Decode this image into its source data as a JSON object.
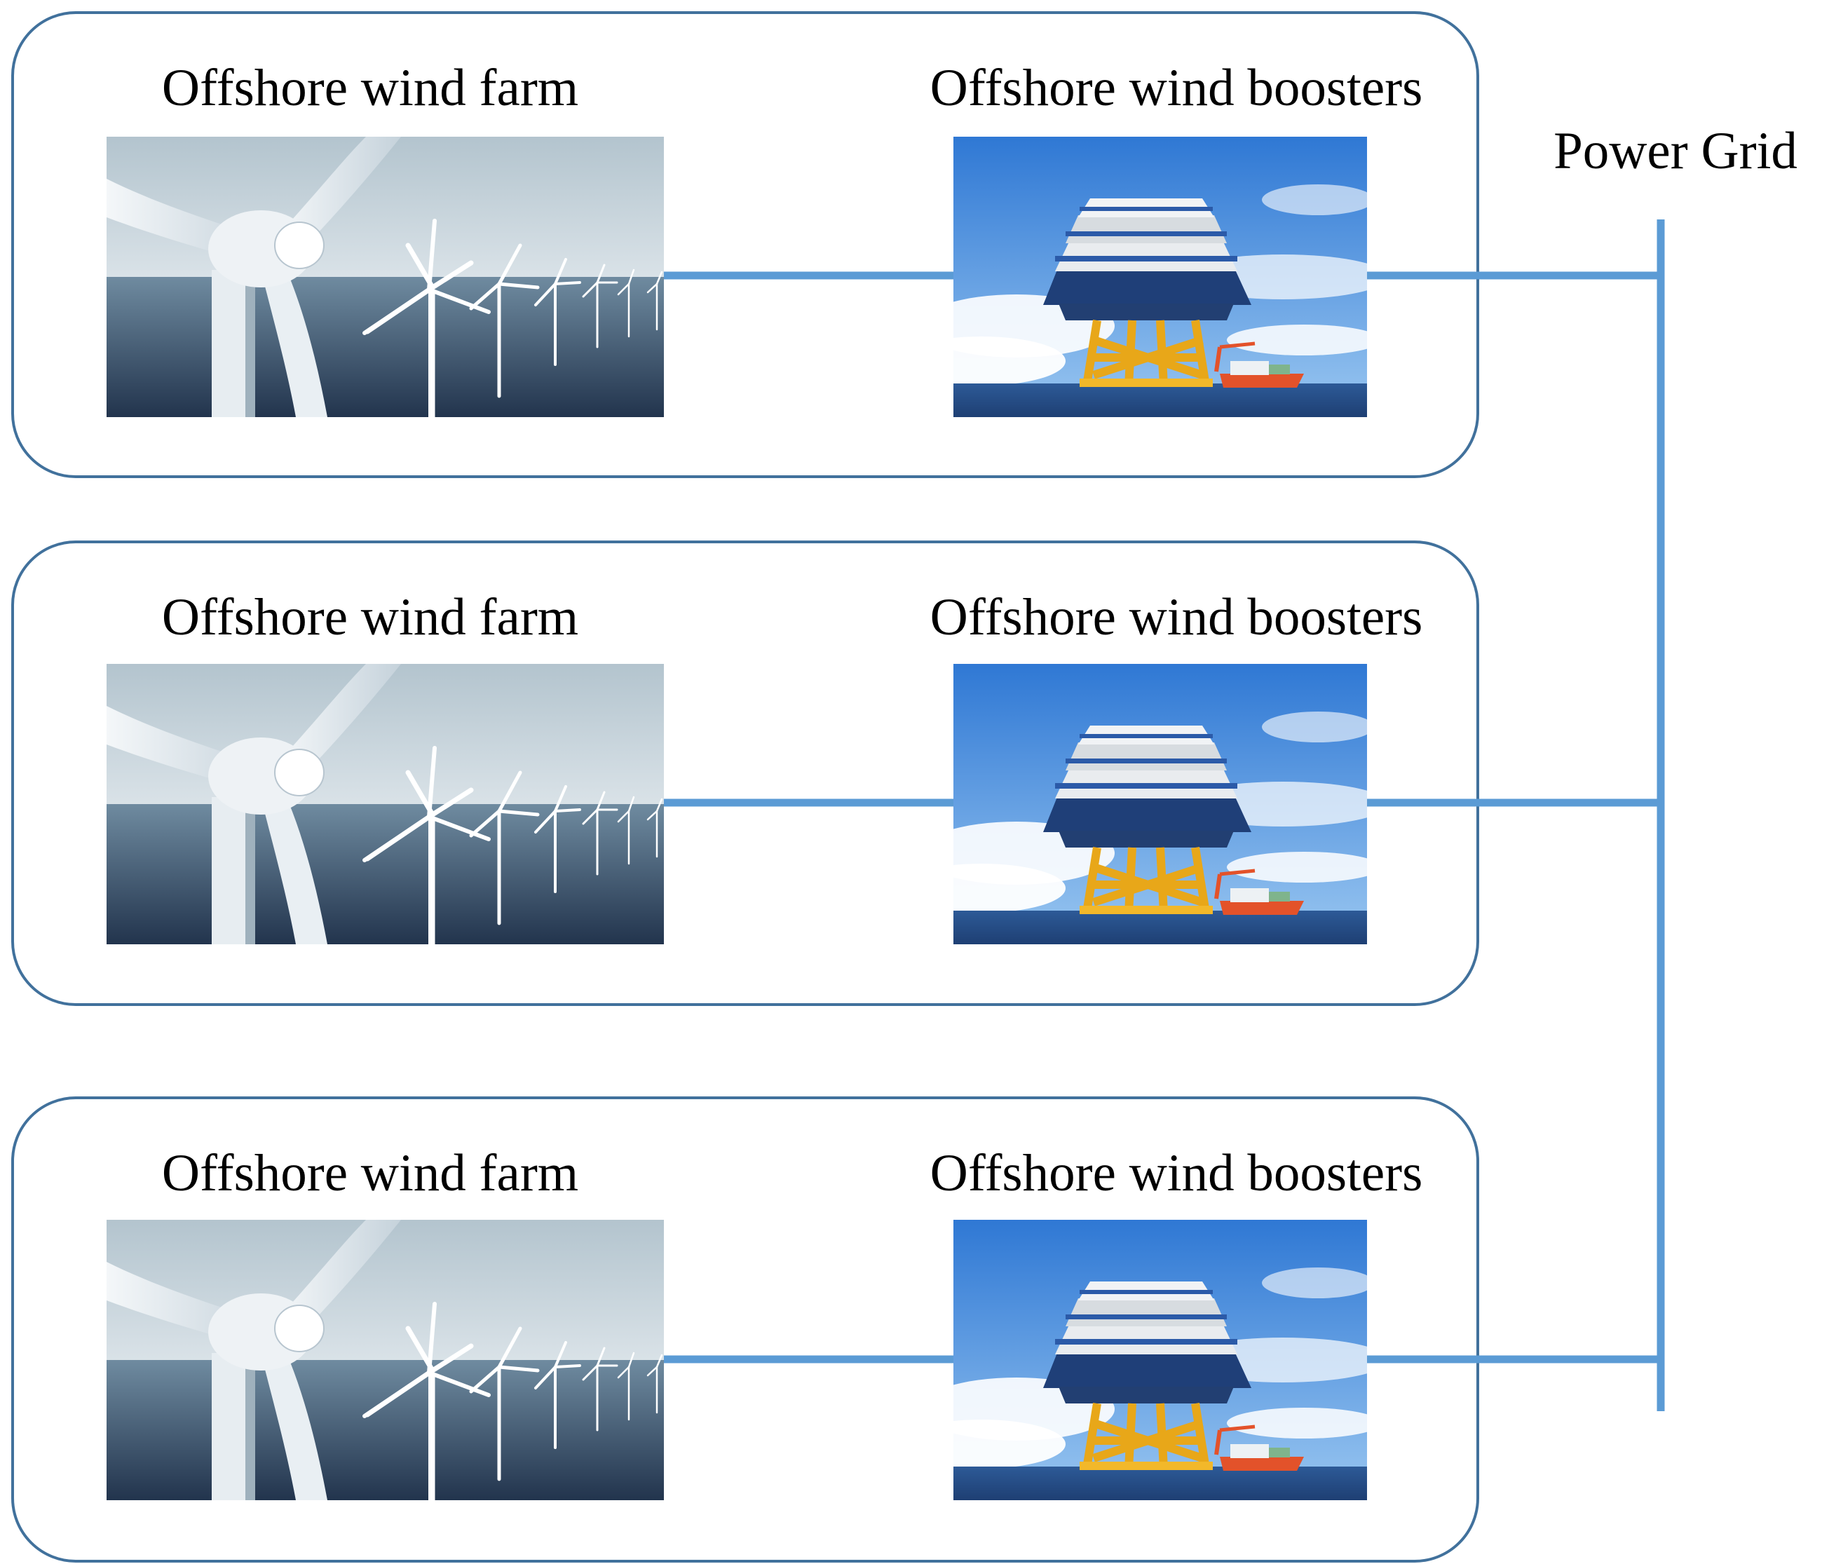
{
  "colors": {
    "connector_line": "#5b9bd5",
    "panel_border": "#41719c",
    "sky_top": "#aebfc9",
    "sea_deep": "#23364f",
    "booster_sky": "#3f86d9",
    "platform_yellow": "#e9b020"
  },
  "power_grid": {
    "label": "Power Grid"
  },
  "panels": [
    {
      "farm_label": "Offshore wind farm",
      "farm_image": "offshore-wind-turbines-photo",
      "booster_label": "Offshore wind boosters",
      "booster_image": "offshore-substation-platform-photo"
    },
    {
      "farm_label": "Offshore wind farm",
      "farm_image": "offshore-wind-turbines-photo",
      "booster_label": "Offshore wind boosters",
      "booster_image": "offshore-substation-platform-photo"
    },
    {
      "farm_label": "Offshore wind farm",
      "farm_image": "offshore-wind-turbines-photo",
      "booster_label": "Offshore wind boosters",
      "booster_image": "offshore-substation-platform-photo"
    }
  ]
}
